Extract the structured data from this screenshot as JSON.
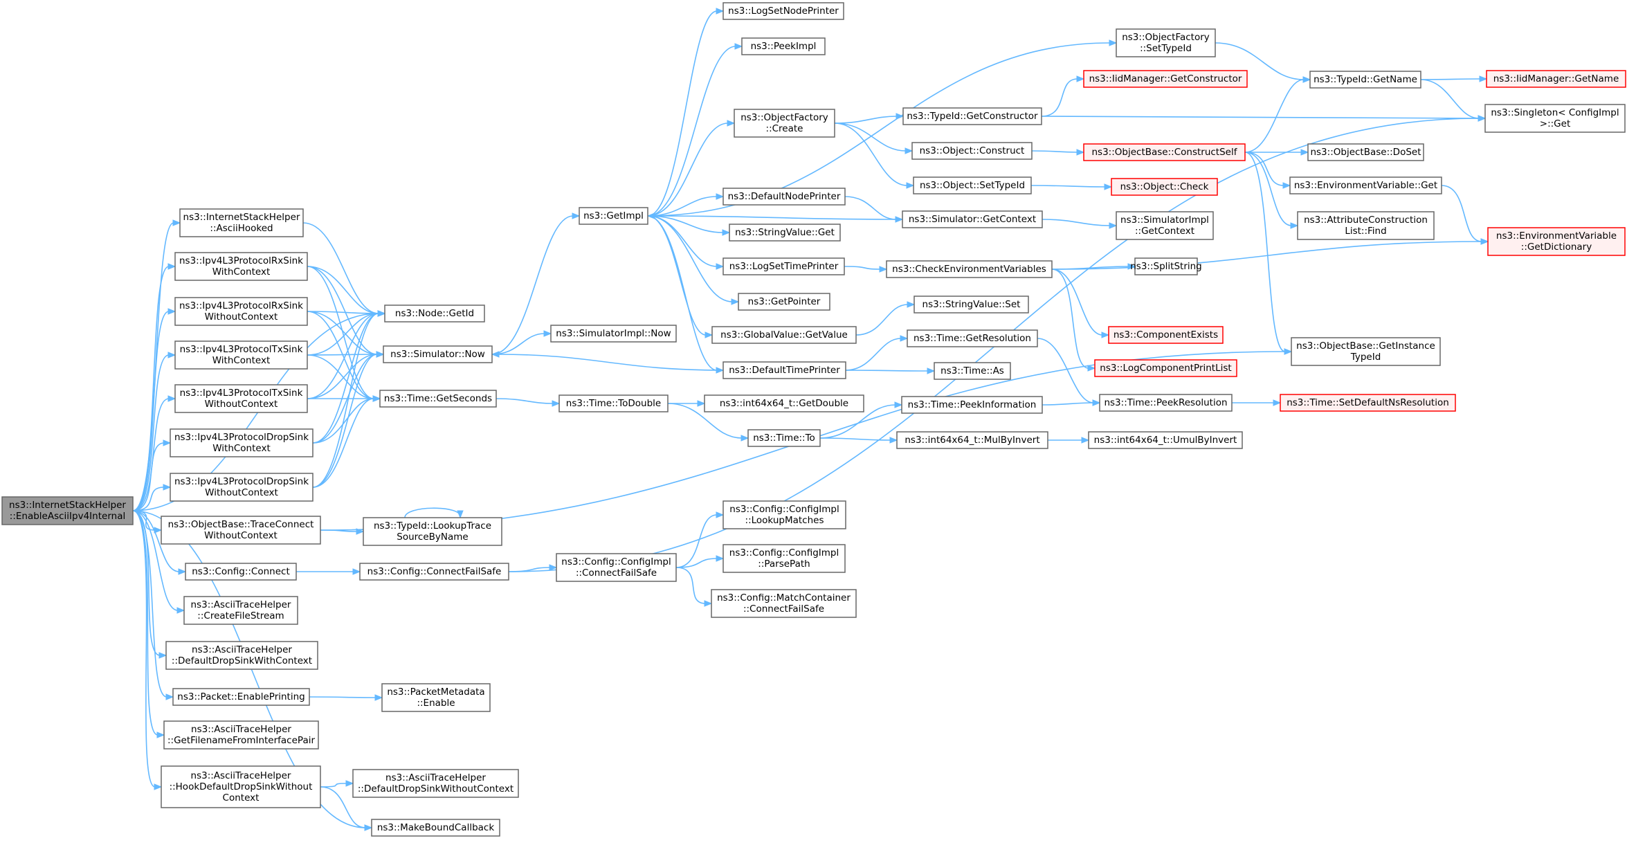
{
  "nodes": [
    {
      "id": "root",
      "lines": [
        "ns3::InternetStackHelper",
        "::EnableAsciiIpv4Internal"
      ],
      "style": "root"
    },
    {
      "id": "asciiHooked",
      "lines": [
        "ns3::InternetStackHelper",
        "::AsciiHooked"
      ]
    },
    {
      "id": "rxSinkWith",
      "lines": [
        "ns3::Ipv4L3ProtocolRxSink",
        "WithContext"
      ]
    },
    {
      "id": "rxSinkWithout",
      "lines": [
        "ns3::Ipv4L3ProtocolRxSink",
        "WithoutContext"
      ]
    },
    {
      "id": "txSinkWith",
      "lines": [
        "ns3::Ipv4L3ProtocolTxSink",
        "WithContext"
      ]
    },
    {
      "id": "txSinkWithout",
      "lines": [
        "ns3::Ipv4L3ProtocolTxSink",
        "WithoutContext"
      ]
    },
    {
      "id": "dropSinkWith",
      "lines": [
        "ns3::Ipv4L3ProtocolDropSink",
        "WithContext"
      ]
    },
    {
      "id": "dropSinkWithout",
      "lines": [
        "ns3::Ipv4L3ProtocolDropSink",
        "WithoutContext"
      ]
    },
    {
      "id": "traceConnect",
      "lines": [
        "ns3::ObjectBase::TraceConnect",
        "WithoutContext"
      ]
    },
    {
      "id": "configConnect",
      "lines": [
        "ns3::Config::Connect"
      ]
    },
    {
      "id": "createFileStream",
      "lines": [
        "ns3::AsciiTraceHelper",
        "::CreateFileStream"
      ]
    },
    {
      "id": "defaultDropWith",
      "lines": [
        "ns3::AsciiTraceHelper",
        "::DefaultDropSinkWithContext"
      ]
    },
    {
      "id": "enablePrinting",
      "lines": [
        "ns3::Packet::EnablePrinting"
      ]
    },
    {
      "id": "getFilename",
      "lines": [
        "ns3::AsciiTraceHelper",
        "::GetFilenameFromInterfacePair"
      ]
    },
    {
      "id": "hookDefaultDrop",
      "lines": [
        "ns3::AsciiTraceHelper",
        "::HookDefaultDropSinkWithout",
        "Context"
      ]
    },
    {
      "id": "nodeGetId",
      "lines": [
        "ns3::Node::GetId"
      ]
    },
    {
      "id": "simNow",
      "lines": [
        "ns3::Simulator::Now"
      ]
    },
    {
      "id": "timeGetSeconds",
      "lines": [
        "ns3::Time::GetSeconds"
      ]
    },
    {
      "id": "lookupTrace",
      "lines": [
        "ns3::TypeId::LookupTrace",
        "SourceByName"
      ]
    },
    {
      "id": "connectFailSafe",
      "lines": [
        "ns3::Config::ConnectFailSafe"
      ]
    },
    {
      "id": "packetMetaEnable",
      "lines": [
        "ns3::PacketMetadata",
        "::Enable"
      ]
    },
    {
      "id": "defaultDropWithout",
      "lines": [
        "ns3::AsciiTraceHelper",
        "::DefaultDropSinkWithoutContext"
      ]
    },
    {
      "id": "makeBound",
      "lines": [
        "ns3::MakeBoundCallback"
      ]
    },
    {
      "id": "getImpl",
      "lines": [
        "ns3::GetImpl"
      ]
    },
    {
      "id": "simImplNow",
      "lines": [
        "ns3::SimulatorImpl::Now"
      ]
    },
    {
      "id": "timeToDouble",
      "lines": [
        "ns3::Time::ToDouble"
      ]
    },
    {
      "id": "cfgImplConnectFS",
      "lines": [
        "ns3::Config::ConfigImpl",
        "::ConnectFailSafe"
      ]
    },
    {
      "id": "logSetNodePrinter",
      "lines": [
        "ns3::LogSetNodePrinter"
      ]
    },
    {
      "id": "peekImpl",
      "lines": [
        "ns3::PeekImpl"
      ]
    },
    {
      "id": "ofCreate",
      "lines": [
        "ns3::ObjectFactory",
        "::Create"
      ]
    },
    {
      "id": "defaultNodePrinter",
      "lines": [
        "ns3::DefaultNodePrinter"
      ]
    },
    {
      "id": "stringValueGet",
      "lines": [
        "ns3::StringValue::Get"
      ]
    },
    {
      "id": "logSetTimePrinter",
      "lines": [
        "ns3::LogSetTimePrinter"
      ]
    },
    {
      "id": "getPointer",
      "lines": [
        "ns3::GetPointer"
      ]
    },
    {
      "id": "globalValueGet",
      "lines": [
        "ns3::GlobalValue::GetValue"
      ]
    },
    {
      "id": "defaultTimePrinter",
      "lines": [
        "ns3::DefaultTimePrinter"
      ]
    },
    {
      "id": "int64GetDouble",
      "lines": [
        "ns3::int64x64_t::GetDouble"
      ]
    },
    {
      "id": "timeTo",
      "lines": [
        "ns3::Time::To"
      ]
    },
    {
      "id": "lookupMatches",
      "lines": [
        "ns3::Config::ConfigImpl",
        "::LookupMatches"
      ]
    },
    {
      "id": "parsePath",
      "lines": [
        "ns3::Config::ConfigImpl",
        "::ParsePath"
      ]
    },
    {
      "id": "matchContainer",
      "lines": [
        "ns3::Config::MatchContainer",
        "::ConnectFailSafe"
      ]
    },
    {
      "id": "ofSetTypeId",
      "lines": [
        "ns3::ObjectFactory",
        "::SetTypeId"
      ]
    },
    {
      "id": "typeIdGetConstructor",
      "lines": [
        "ns3::TypeId::GetConstructor"
      ]
    },
    {
      "id": "objectConstruct",
      "lines": [
        "ns3::Object::Construct"
      ]
    },
    {
      "id": "objectSetTypeId",
      "lines": [
        "ns3::Object::SetTypeId"
      ]
    },
    {
      "id": "simGetContext",
      "lines": [
        "ns3::Simulator::GetContext"
      ]
    },
    {
      "id": "checkEnvVars",
      "lines": [
        "ns3::CheckEnvironmentVariables"
      ]
    },
    {
      "id": "stringValueSet",
      "lines": [
        "ns3::StringValue::Set"
      ]
    },
    {
      "id": "timeGetResolution",
      "lines": [
        "ns3::Time::GetResolution"
      ]
    },
    {
      "id": "timeAs",
      "lines": [
        "ns3::Time::As"
      ]
    },
    {
      "id": "timePeekInfo",
      "lines": [
        "ns3::Time::PeekInformation"
      ]
    },
    {
      "id": "mulByInvert",
      "lines": [
        "ns3::int64x64_t::MulByInvert"
      ]
    },
    {
      "id": "iidGetConstructor",
      "lines": [
        "ns3::IidManager::GetConstructor"
      ],
      "style": "red"
    },
    {
      "id": "objBaseConstructSelf",
      "lines": [
        "ns3::ObjectBase::ConstructSelf"
      ],
      "style": "red"
    },
    {
      "id": "objectCheck",
      "lines": [
        "ns3::Object::Check"
      ],
      "style": "red"
    },
    {
      "id": "simImplGetContext",
      "lines": [
        "ns3::SimulatorImpl",
        "::GetContext"
      ]
    },
    {
      "id": "splitString",
      "lines": [
        "ns3::SplitString"
      ]
    },
    {
      "id": "componentExists",
      "lines": [
        "ns3::ComponentExists"
      ],
      "style": "red"
    },
    {
      "id": "logComponentPrintList",
      "lines": [
        "ns3::LogComponentPrintList"
      ],
      "style": "red"
    },
    {
      "id": "timePeekResolution",
      "lines": [
        "ns3::Time::PeekResolution"
      ]
    },
    {
      "id": "umulByInvert",
      "lines": [
        "ns3::int64x64_t::UmulByInvert"
      ]
    },
    {
      "id": "typeIdGetName",
      "lines": [
        "ns3::TypeId::GetName"
      ]
    },
    {
      "id": "objBaseDoSet",
      "lines": [
        "ns3::ObjectBase::DoSet"
      ]
    },
    {
      "id": "envVarGet",
      "lines": [
        "ns3::EnvironmentVariable::Get"
      ]
    },
    {
      "id": "attrConstructionFind",
      "lines": [
        "ns3::AttributeConstruction",
        "List::Find"
      ]
    },
    {
      "id": "objBaseGetInstance",
      "lines": [
        "ns3::ObjectBase::GetInstance",
        "TypeId"
      ]
    },
    {
      "id": "setDefaultNsRes",
      "lines": [
        "ns3::Time::SetDefaultNsResolution"
      ],
      "style": "red"
    },
    {
      "id": "iidGetName",
      "lines": [
        "ns3::IidManager::GetName"
      ],
      "style": "red"
    },
    {
      "id": "singletonGet",
      "lines": [
        "ns3::Singleton< ConfigImpl",
        ">::Get"
      ]
    },
    {
      "id": "envVarGetDictionary",
      "lines": [
        "ns3::EnvironmentVariable",
        "::GetDictionary"
      ],
      "style": "red"
    }
  ],
  "edges": [
    [
      "root",
      "asciiHooked"
    ],
    [
      "root",
      "rxSinkWith"
    ],
    [
      "root",
      "rxSinkWithout"
    ],
    [
      "root",
      "txSinkWith"
    ],
    [
      "root",
      "txSinkWithout"
    ],
    [
      "root",
      "dropSinkWith"
    ],
    [
      "root",
      "dropSinkWithout"
    ],
    [
      "root",
      "traceConnect"
    ],
    [
      "root",
      "configConnect"
    ],
    [
      "root",
      "createFileStream"
    ],
    [
      "root",
      "defaultDropWith"
    ],
    [
      "root",
      "enablePrinting"
    ],
    [
      "root",
      "getFilename"
    ],
    [
      "root",
      "hookDefaultDrop"
    ],
    [
      "root",
      "makeBound"
    ],
    [
      "root",
      "nodeGetId"
    ],
    [
      "asciiHooked",
      "nodeGetId"
    ],
    [
      "rxSinkWith",
      "nodeGetId"
    ],
    [
      "rxSinkWith",
      "simNow"
    ],
    [
      "rxSinkWith",
      "timeGetSeconds"
    ],
    [
      "rxSinkWithout",
      "nodeGetId"
    ],
    [
      "rxSinkWithout",
      "simNow"
    ],
    [
      "rxSinkWithout",
      "timeGetSeconds"
    ],
    [
      "txSinkWith",
      "nodeGetId"
    ],
    [
      "txSinkWith",
      "simNow"
    ],
    [
      "txSinkWith",
      "timeGetSeconds"
    ],
    [
      "txSinkWithout",
      "nodeGetId"
    ],
    [
      "txSinkWithout",
      "simNow"
    ],
    [
      "txSinkWithout",
      "timeGetSeconds"
    ],
    [
      "dropSinkWith",
      "nodeGetId"
    ],
    [
      "dropSinkWith",
      "simNow"
    ],
    [
      "dropSinkWith",
      "timeGetSeconds"
    ],
    [
      "dropSinkWithout",
      "nodeGetId"
    ],
    [
      "dropSinkWithout",
      "simNow"
    ],
    [
      "dropSinkWithout",
      "timeGetSeconds"
    ],
    [
      "traceConnect",
      "lookupTrace"
    ],
    [
      "traceConnect",
      "objBaseGetInstance"
    ],
    [
      "lookupTrace",
      "lookupTrace"
    ],
    [
      "configConnect",
      "connectFailSafe"
    ],
    [
      "connectFailSafe",
      "cfgImplConnectFS"
    ],
    [
      "connectFailSafe",
      "singletonGet"
    ],
    [
      "enablePrinting",
      "packetMetaEnable"
    ],
    [
      "hookDefaultDrop",
      "defaultDropWithout"
    ],
    [
      "hookDefaultDrop",
      "makeBound"
    ],
    [
      "simNow",
      "getImpl"
    ],
    [
      "simNow",
      "simImplNow"
    ],
    [
      "timeGetSeconds",
      "timeToDouble"
    ],
    [
      "timeToDouble",
      "int64GetDouble"
    ],
    [
      "timeToDouble",
      "timeTo"
    ],
    [
      "timeTo",
      "timePeekInfo"
    ],
    [
      "timeTo",
      "mulByInvert"
    ],
    [
      "cfgImplConnectFS",
      "lookupMatches"
    ],
    [
      "cfgImplConnectFS",
      "parsePath"
    ],
    [
      "cfgImplConnectFS",
      "matchContainer"
    ],
    [
      "getImpl",
      "logSetNodePrinter"
    ],
    [
      "getImpl",
      "peekImpl"
    ],
    [
      "getImpl",
      "ofSetTypeId"
    ],
    [
      "getImpl",
      "ofCreate"
    ],
    [
      "getImpl",
      "defaultNodePrinter"
    ],
    [
      "getImpl",
      "stringValueGet"
    ],
    [
      "getImpl",
      "logSetTimePrinter"
    ],
    [
      "getImpl",
      "getPointer"
    ],
    [
      "getImpl",
      "globalValueGet"
    ],
    [
      "getImpl",
      "defaultTimePrinter"
    ],
    [
      "ofCreate",
      "typeIdGetConstructor"
    ],
    [
      "ofCreate",
      "objectConstruct"
    ],
    [
      "ofCreate",
      "objectSetTypeId"
    ],
    [
      "defaultNodePrinter",
      "simGetContext"
    ],
    [
      "simGetContext",
      "getImpl"
    ],
    [
      "simGetContext",
      "simImplGetContext"
    ],
    [
      "logSetTimePrinter",
      "checkEnvVars"
    ],
    [
      "globalValueGet",
      "stringValueSet"
    ],
    [
      "defaultTimePrinter",
      "simNow"
    ],
    [
      "defaultTimePrinter",
      "timeGetResolution"
    ],
    [
      "defaultTimePrinter",
      "timeAs"
    ],
    [
      "typeIdGetConstructor",
      "iidGetConstructor"
    ],
    [
      "typeIdGetConstructor",
      "singletonGet"
    ],
    [
      "objectConstruct",
      "objBaseConstructSelf"
    ],
    [
      "objectSetTypeId",
      "objectCheck"
    ],
    [
      "checkEnvVars",
      "splitString"
    ],
    [
      "checkEnvVars",
      "componentExists"
    ],
    [
      "checkEnvVars",
      "logComponentPrintList"
    ],
    [
      "checkEnvVars",
      "envVarGetDictionary"
    ],
    [
      "timeGetResolution",
      "timePeekResolution"
    ],
    [
      "timePeekInfo",
      "timePeekResolution"
    ],
    [
      "mulByInvert",
      "umulByInvert"
    ],
    [
      "ofSetTypeId",
      "typeIdGetName"
    ],
    [
      "objBaseConstructSelf",
      "typeIdGetName"
    ],
    [
      "objBaseConstructSelf",
      "objBaseDoSet"
    ],
    [
      "objBaseConstructSelf",
      "envVarGet"
    ],
    [
      "objBaseConstructSelf",
      "attrConstructionFind"
    ],
    [
      "objBaseConstructSelf",
      "objBaseGetInstance"
    ],
    [
      "timePeekResolution",
      "setDefaultNsRes"
    ],
    [
      "typeIdGetName",
      "iidGetName"
    ],
    [
      "typeIdGetName",
      "singletonGet"
    ],
    [
      "envVarGet",
      "envVarGetDictionary"
    ]
  ]
}
